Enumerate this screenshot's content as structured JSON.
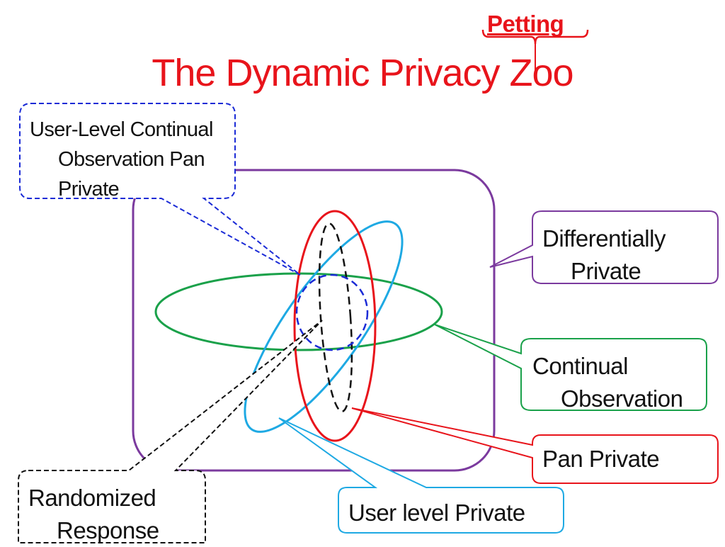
{
  "title": {
    "main": "The Dynamic Privacy Zoo",
    "insert": "Petting"
  },
  "callouts": {
    "user_level_continual_observation": [
      "User-Level Continual",
      "Observation Pan",
      "Private"
    ],
    "differentially_private": [
      "Differentially",
      "Private"
    ],
    "continual_observation": [
      "Continual",
      "Observation"
    ],
    "pan_private": "Pan Private",
    "user_level_private": "User level Private",
    "randomized_response": [
      "Randomized",
      "Response"
    ]
  },
  "colors": {
    "title": "#e8141b",
    "differentially_private": "#7b3a9e",
    "continual_observation": "#1aa14a",
    "pan_private": "#e8141b",
    "user_level_private": "#1ea9e3",
    "randomized_response": "#111111",
    "user_level_continual_observation": "#1b2bd6"
  }
}
